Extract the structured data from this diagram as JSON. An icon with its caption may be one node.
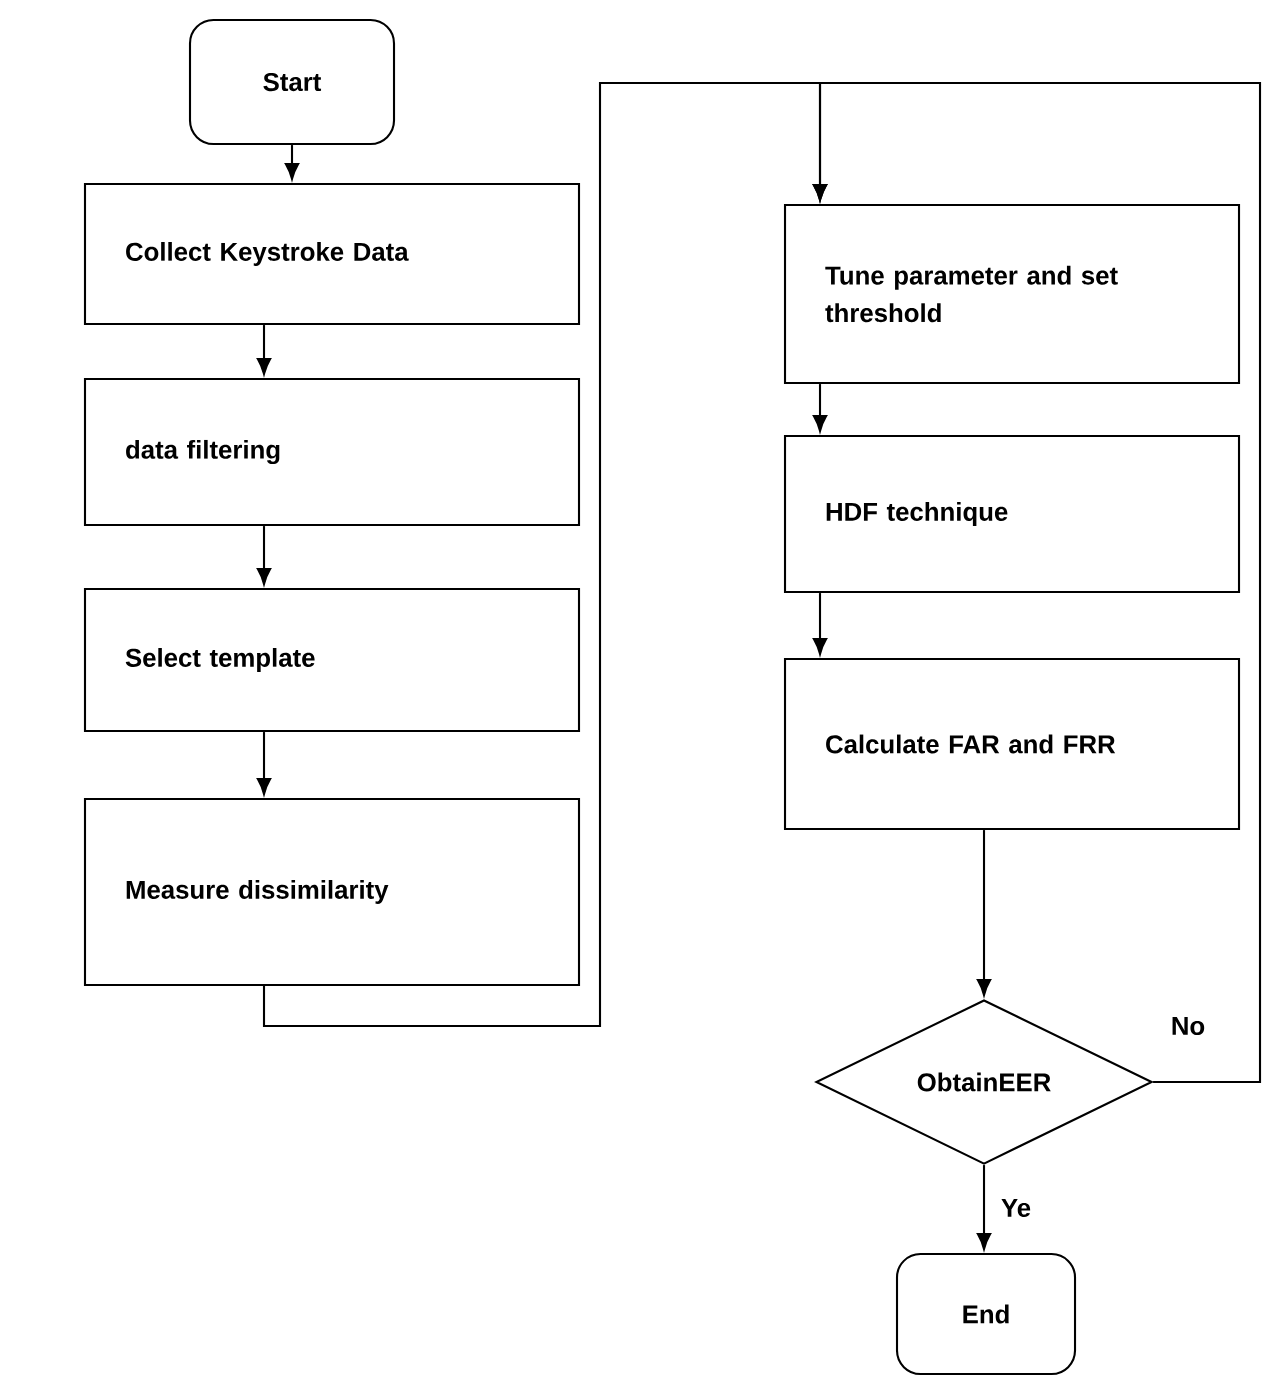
{
  "diagram": {
    "nodes": [
      {
        "text": [
          "Start"
        ]
      },
      {
        "text": [
          "Collect Keystroke Data"
        ]
      },
      {
        "text": [
          "data filtering"
        ]
      },
      {
        "text": [
          "Select template"
        ]
      },
      {
        "text": [
          "Measure dissimilarity"
        ]
      },
      {
        "text": [
          "Tune parameter and set threshold"
        ]
      },
      {
        "text": [
          "HDF technique"
        ]
      },
      {
        "text": [
          "Calculate FAR and FRR"
        ]
      },
      {
        "text": [
          "ObtainEER"
        ]
      },
      {
        "text": [
          "End"
        ]
      }
    ],
    "edges": [
      {
        "from": 0,
        "to": 1,
        "arrow": "to"
      },
      {
        "from": 1,
        "to": 2,
        "arrow": "to"
      },
      {
        "from": 2,
        "to": 3,
        "arrow": "to"
      },
      {
        "from": 3,
        "to": 4,
        "arrow": "to"
      },
      {
        "from": 4,
        "to": 5,
        "arrow": "to"
      },
      {
        "from": 5,
        "to": 6,
        "arrow": "to"
      },
      {
        "from": 6,
        "to": 7,
        "arrow": "to"
      },
      {
        "from": 7,
        "to": 8,
        "arrow": "to"
      },
      {
        "from": 8,
        "to": 5,
        "arrow": "to",
        "label": "No"
      },
      {
        "from": 8,
        "to": 9,
        "arrow": "to",
        "label": "Ye"
      }
    ]
  }
}
